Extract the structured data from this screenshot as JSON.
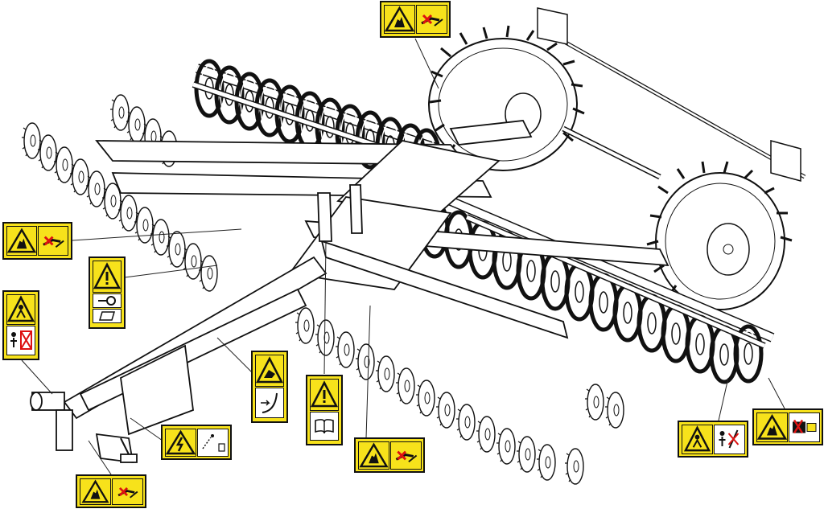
{
  "diagram": {
    "subject": "disc-harrow-with-rollers-line-drawing",
    "label_color": "#f7e21b",
    "outline_color": "#111111"
  },
  "warning_labels": [
    {
      "id": "top-center",
      "icons": [
        "hand-crush-icon",
        "no-hand-icon"
      ]
    },
    {
      "id": "left-upper",
      "icons": [
        "hand-crush-icon",
        "no-hand-icon"
      ]
    },
    {
      "id": "left-read-manual",
      "icons": [
        "warning-triangle-icon",
        "hitch-icon",
        "manual-icon"
      ]
    },
    {
      "id": "left-tall",
      "icons": [
        "crush-person-icon",
        "no-person-icon"
      ]
    },
    {
      "id": "center-fold",
      "icons": [
        "fold-crush-icon",
        "support-icon"
      ]
    },
    {
      "id": "center-manual",
      "icons": [
        "warning-triangle-icon",
        "manual-book-icon"
      ]
    },
    {
      "id": "bottom-electric",
      "icons": [
        "electric-shock-icon",
        "distance-icon"
      ]
    },
    {
      "id": "bottom-left",
      "icons": [
        "hand-crush-icon",
        "no-hand-icon"
      ]
    },
    {
      "id": "bottom-center",
      "icons": [
        "hand-crush-icon",
        "no-hand-icon"
      ]
    },
    {
      "id": "bottom-right-1",
      "icons": [
        "crush-person-icon",
        "no-person-icon"
      ]
    },
    {
      "id": "bottom-right-2",
      "icons": [
        "hand-crush-icon",
        "no-hand-icon"
      ]
    }
  ]
}
